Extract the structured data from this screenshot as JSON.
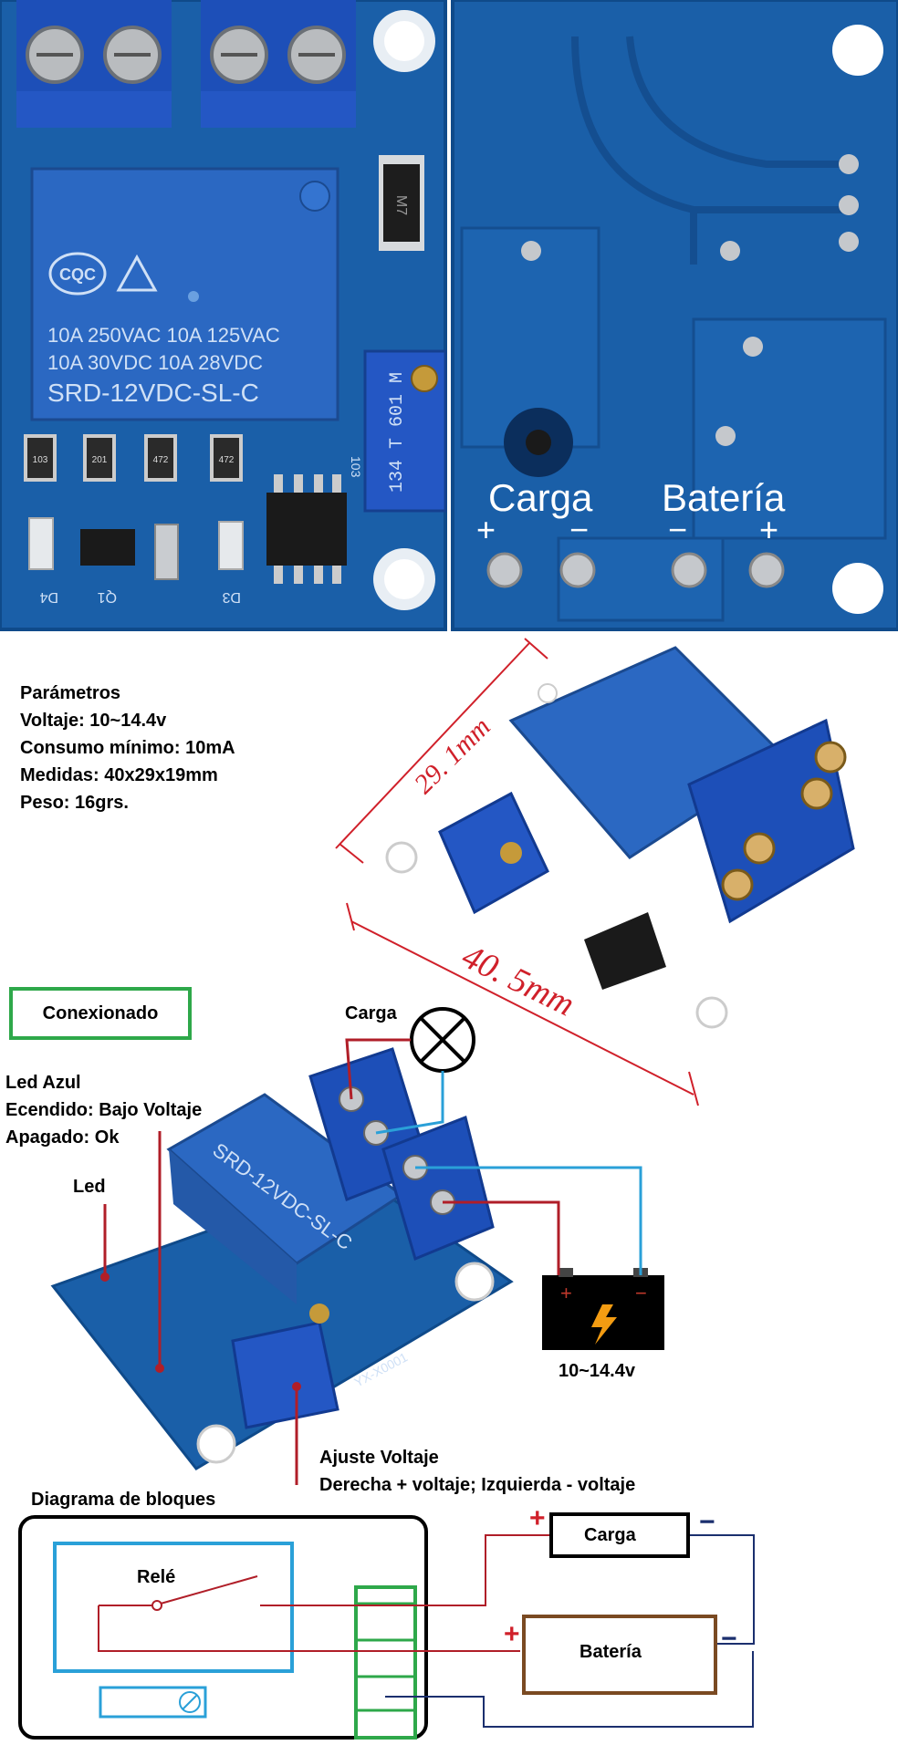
{
  "photos": {
    "front": {
      "relay_lines": [
        "10A 250VAC  10A 125VAC",
        "10A  30VDC  10A  28VDC",
        "SRD-12VDC-SL-C"
      ],
      "relay_brand": "CQC",
      "pot_code": "103",
      "pot_text": "134 T 601 M",
      "diode_code": "M7",
      "resistors": [
        "103",
        "201",
        "472",
        "472"
      ],
      "component_labels": [
        "D4",
        "Q1",
        "D3"
      ]
    },
    "back": {
      "load_label": "Carga",
      "battery_label": "Batería",
      "load_polarity": [
        "+",
        "−"
      ],
      "battery_polarity": [
        "−",
        "+"
      ]
    }
  },
  "parameters": {
    "title": "Parámetros",
    "lines": [
      "Voltaje: 10~14.4v",
      "Consumo mínimo: 10mA",
      "Medidas: 40x29x19mm",
      "Peso: 16grs."
    ]
  },
  "dimensions": {
    "width_label": "29. 1mm",
    "length_label": "40. 5mm"
  },
  "connection": {
    "title": "Conexionado",
    "led_info": [
      "Led Azul",
      "Ecendido: Bajo Voltaje",
      "Apagado: Ok"
    ],
    "led_label": "Led",
    "load_label": "Carga",
    "battery_voltage": "10~14.4v",
    "adjust_title": "Ajuste Voltaje",
    "adjust_desc": "Derecha + voltaje; Izquierda - voltaje",
    "board_code": "YX-X0001"
  },
  "block_diagram": {
    "title": "Diagrama de bloques",
    "relay_label": "Relé",
    "load_label": "Carga",
    "battery_label": "Batería",
    "plus": "+",
    "minus": "−"
  },
  "colors": {
    "pcb_blue": "#1a5fa8",
    "terminal_blue": "#1d4fb8",
    "relay_blue": "#2b68c2",
    "dimension_red": "#d0202a",
    "wire_red": "#b01e28",
    "wire_cyan": "#2aa0d8",
    "wire_navy": "#1b2f6e",
    "green": "#2ea84a",
    "brown": "#7a4a22"
  }
}
